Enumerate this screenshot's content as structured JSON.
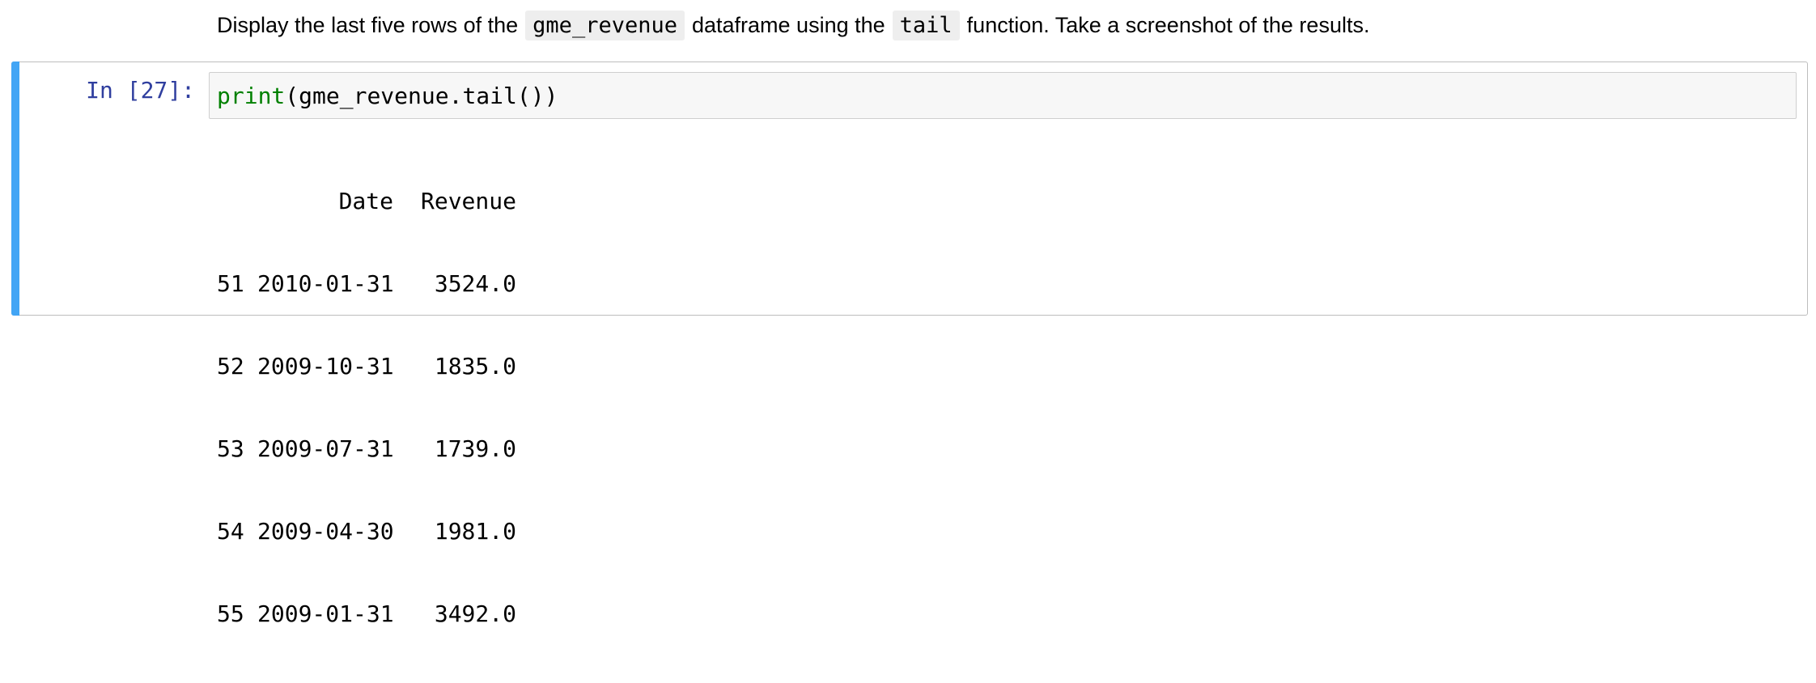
{
  "markdown": {
    "before": "Display the last five rows of the",
    "code1": "gme_revenue",
    "middle": "dataframe using the",
    "code2": "tail",
    "after": "function. Take a screenshot of the results."
  },
  "cell": {
    "prompt": "In [27]:",
    "code_builtin": "print",
    "code_rest": "(gme_revenue.tail())"
  },
  "output": {
    "headers": [
      "",
      "Date",
      "Revenue"
    ],
    "rows": [
      [
        "51",
        "2010-01-31",
        "3524.0"
      ],
      [
        "52",
        "2009-10-31",
        "1835.0"
      ],
      [
        "53",
        "2009-07-31",
        "1739.0"
      ],
      [
        "54",
        "2009-04-30",
        "1981.0"
      ],
      [
        "55",
        "2009-01-31",
        "3492.0"
      ]
    ]
  },
  "colors": {
    "cell_bar": "#42a5f5",
    "prompt": "#303f9f",
    "builtin": "#008000"
  }
}
